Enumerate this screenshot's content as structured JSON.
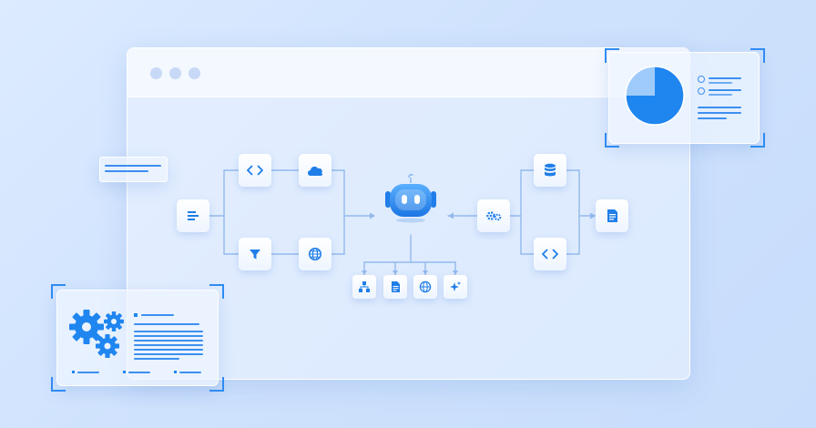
{
  "colors": {
    "accent": "#1f7ee8",
    "accent_light": "#8ec2fb",
    "line": "#8fb8ee",
    "window": "#eef4ff",
    "background": "#d3e4fc"
  },
  "window": {
    "dots": 3
  },
  "diagram": {
    "center": "robot-icon",
    "left_input": "text-lines-icon",
    "left_branches": [
      "code-icon",
      "cloud-icon",
      "filter-icon",
      "globe-icon"
    ],
    "right_branches": [
      "gears-icon",
      "database-icon",
      "code-icon",
      "document-icon"
    ],
    "bottom_outputs": [
      "sitemap-icon",
      "document-icon",
      "globe-icon",
      "sparkle-icon"
    ]
  },
  "pie_card": {
    "pie_fraction": 0.75,
    "legend_items": 2
  },
  "gears_card": {
    "icon": "gears-icon"
  }
}
